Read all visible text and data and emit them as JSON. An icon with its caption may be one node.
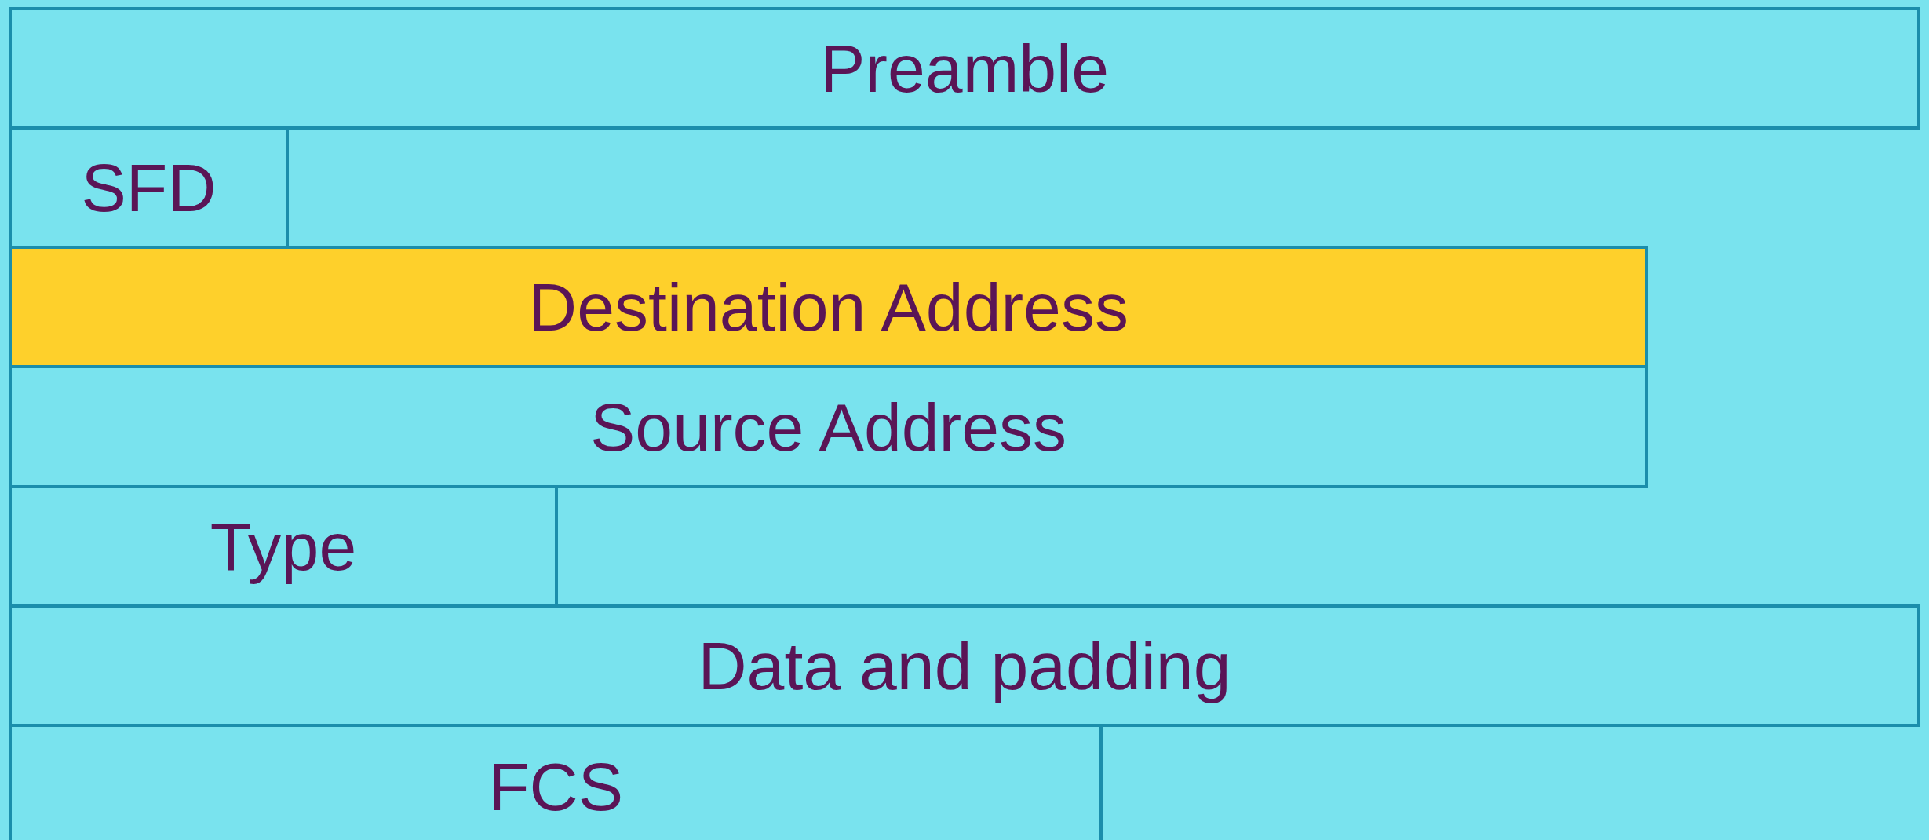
{
  "diagram": {
    "nodes": [
      {
        "text": [
          "Preamble"
        ]
      },
      {
        "text": [
          "SFD"
        ]
      },
      {
        "text": [
          "Destination Address"
        ]
      },
      {
        "text": [
          "Source Address"
        ]
      },
      {
        "text": [
          "Type"
        ]
      },
      {
        "text": [
          "Data and padding"
        ]
      },
      {
        "text": [
          "FCS"
        ]
      }
    ]
  }
}
